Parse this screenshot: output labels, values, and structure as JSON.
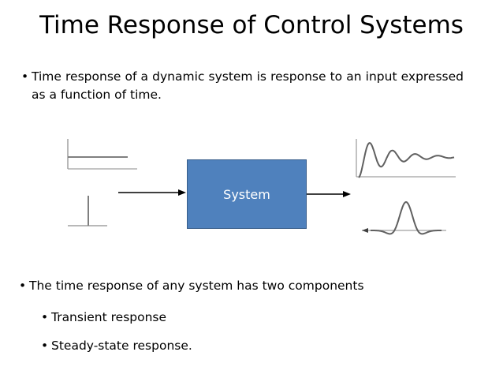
{
  "slide": {
    "title": "Time Response of Control Systems",
    "bullets": {
      "b1": "Time response of a dynamic system is response to an input expressed as a function of time.",
      "b2": "The time response of any system has two components",
      "b3": "Transient response",
      "b4": "Steady-state response."
    },
    "system_label": "System",
    "bullet_symbol": "•",
    "accent_color": "#4f81bd"
  }
}
